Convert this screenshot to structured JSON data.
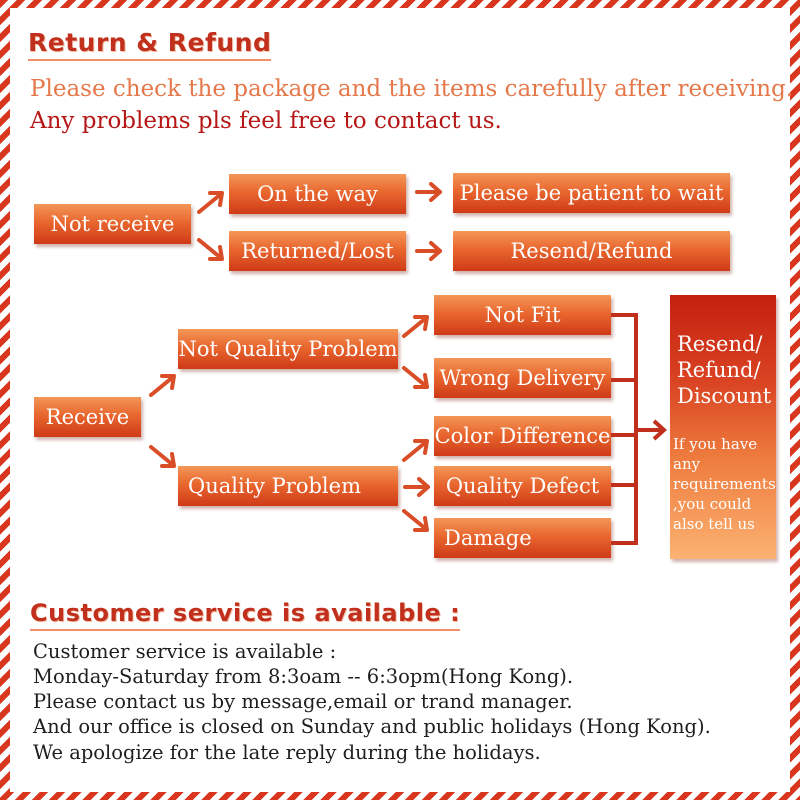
{
  "return_refund": {
    "heading": "Return & Refund",
    "intro_line1": "Please check the package and the items carefully after receiving.",
    "intro_line2": "Any problems pls feel free to contact us."
  },
  "flow": {
    "not_receive": {
      "label": "Not receive",
      "on_the_way": "On the way",
      "be_patient": "Please be patient to wait",
      "returned_lost": "Returned/Lost",
      "resend_refund": "Resend/Refund"
    },
    "receive": {
      "label": "Receive",
      "not_quality_problem": "Not Quality Problem",
      "not_fit": "Not Fit",
      "wrong_delivery": "Wrong Delivery",
      "quality_problem": "Quality Problem",
      "color_difference": "Color Difference",
      "quality_defect": "Quality Defect",
      "damage": "Damage"
    },
    "outcome": {
      "line1": "Resend/",
      "line2": "Refund/",
      "line3": "Discount",
      "note": "If you have any requirements ,you could also tell us"
    }
  },
  "customer_service": {
    "heading": "Customer service is available :",
    "lines": [
      "Customer service is available :",
      "Monday-Saturday from 8:3oam -- 6:3opm(Hong Kong).",
      "Please contact us by message,email or trand manager.",
      "And our office is closed on Sunday and public holidays (Hong Kong).",
      "We apologize for the late reply during the holidays."
    ]
  },
  "colors": {
    "accent": "#c0301c",
    "box_top": "#f39757",
    "box_bottom": "#cf3a17",
    "arrow": "#d94d27"
  }
}
